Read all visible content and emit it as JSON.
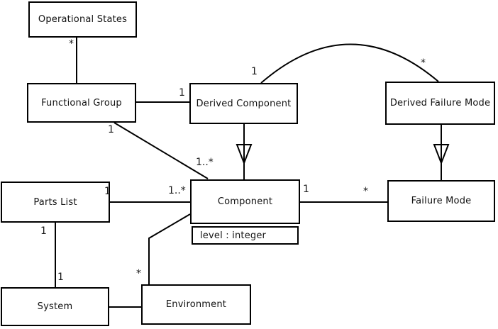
{
  "diagram": {
    "kind": "uml-class-diagram",
    "background_color": "#ffffff",
    "stroke_color": "#000000",
    "classes": [
      {
        "id": "operational-states",
        "name": "Operational States"
      },
      {
        "id": "functional-group",
        "name": "Functional Group"
      },
      {
        "id": "derived-component",
        "name": "Derived Component"
      },
      {
        "id": "derived-failure-mode",
        "name": "Derived Failure Mode"
      },
      {
        "id": "parts-list",
        "name": "Parts List"
      },
      {
        "id": "component",
        "name": "Component",
        "attributes": [
          "level : integer"
        ]
      },
      {
        "id": "failure-mode",
        "name": "Failure Mode"
      },
      {
        "id": "system",
        "name": "System"
      },
      {
        "id": "environment",
        "name": "Environment"
      }
    ],
    "edges": [
      {
        "from": "operational-states",
        "to": "functional-group",
        "type": "association",
        "label_from": "*"
      },
      {
        "from": "functional-group",
        "to": "derived-component",
        "type": "association",
        "label_to": "1"
      },
      {
        "from": "functional-group",
        "to": "component",
        "type": "association",
        "label_from": "1",
        "label_to": "1..*"
      },
      {
        "from": "derived-component",
        "to": "component",
        "type": "generalization"
      },
      {
        "from": "derived-failure-mode",
        "to": "failure-mode",
        "type": "generalization"
      },
      {
        "from": "derived-component",
        "to": "derived-failure-mode",
        "type": "association",
        "label_from": "1",
        "label_to": "*"
      },
      {
        "from": "parts-list",
        "to": "component",
        "type": "association",
        "label_from": "1",
        "label_to": "1..*"
      },
      {
        "from": "component",
        "to": "failure-mode",
        "type": "association",
        "label_from": "1",
        "label_to": "*"
      },
      {
        "from": "parts-list",
        "to": "system",
        "type": "association",
        "label_from": "1",
        "label_to": "1"
      },
      {
        "from": "environment",
        "to": "component",
        "type": "association",
        "label_from": "*"
      },
      {
        "from": "system",
        "to": "environment",
        "type": "association"
      }
    ]
  }
}
